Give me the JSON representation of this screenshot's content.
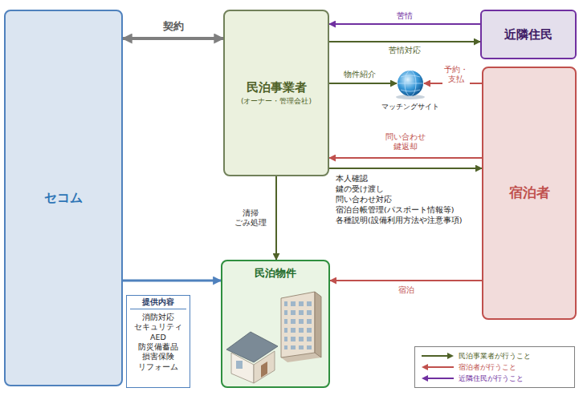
{
  "diagram": {
    "nodes": [
      {
        "text": [
          "セコム"
        ]
      },
      {
        "text": [
          "民泊事業者",
          "(オーナー・管理会社)"
        ]
      },
      {
        "text": [
          "近隣住民"
        ]
      },
      {
        "text": [
          "マッチングサイト"
        ]
      },
      {
        "text": [
          "宿泊者"
        ]
      },
      {
        "text": [
          "民泊物件"
        ]
      },
      {
        "text": [
          "提供内容",
          "消防対応",
          "セキュリティ",
          "AED",
          "防災備蓄品",
          "損害保険",
          "リフォーム"
        ]
      }
    ],
    "edges": [
      {
        "from": 0,
        "to": 1,
        "label": "契約",
        "arrow": "both"
      },
      {
        "from": 2,
        "to": 1,
        "label": "苦情",
        "arrow": "to"
      },
      {
        "from": 1,
        "to": 2,
        "label": "苦情対応",
        "arrow": "to"
      },
      {
        "from": 1,
        "to": 3,
        "label": "物件紹介",
        "arrow": "to"
      },
      {
        "from": 4,
        "to": 3,
        "label": "予約・支払",
        "arrow": "to"
      },
      {
        "from": 4,
        "to": 1,
        "label": "問い合わせ 鍵返却",
        "arrow": "to"
      },
      {
        "from": 1,
        "to": 4,
        "arrow": "to"
      },
      {
        "from": 1,
        "to": 5,
        "label": "清掃 ごみ処理",
        "arrow": "to"
      },
      {
        "from": 4,
        "to": 5,
        "label": "宿泊",
        "arrow": "to"
      },
      {
        "from": 0,
        "to": 5,
        "arrow": "to"
      }
    ],
    "labels": [
      "本人確認",
      "鍵の受け渡し",
      "問い合わせ対応",
      "宿泊台帳管理(パスポート情報等)",
      "各種説明(設備利用方法や注意事項)"
    ],
    "legend": [
      {
        "text": "民泊事業者が行うこと"
      },
      {
        "text": "宿泊者が行うこと"
      },
      {
        "text": "近隣住民が行うこと"
      }
    ]
  }
}
